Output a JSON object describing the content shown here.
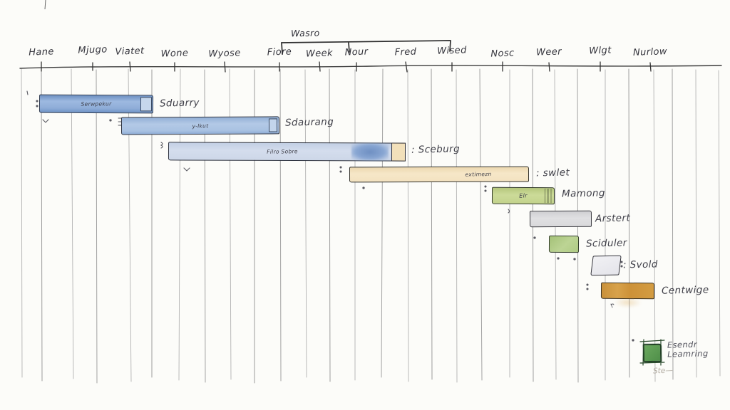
{
  "title": "Hand-drawn watercolor Gantt chart",
  "axis": {
    "labels": [
      "Hane",
      "Mjugo",
      "Viatet",
      "Wone",
      "Wyose",
      "Fiore",
      "Week",
      "Nour",
      "Fred",
      "Wised",
      "Nosc",
      "Weer",
      "Wlgt",
      "Nurlow"
    ],
    "bracket_label": "Wasro"
  },
  "bars": [
    {
      "bar_text": "Serwpekur",
      "label": "Sduarry",
      "fill": "#8fadd8"
    },
    {
      "bar_text": "y-lkut",
      "label": "Sdaurang",
      "fill": "#a9c2e2"
    },
    {
      "bar_text": "Filro Sobre",
      "label": ": Sceburg",
      "fill": "#cdd7e8"
    },
    {
      "bar_text": "extimezn",
      "label": ": swlet",
      "fill": "#f3e2c0"
    },
    {
      "bar_text": "Elr",
      "label": "Mamong",
      "fill": "#c3d38c"
    },
    {
      "bar_text": "",
      "label": "Arstert",
      "fill": "#d9d9db"
    },
    {
      "bar_text": "",
      "label": "Sciduler",
      "fill": "#afcb84"
    },
    {
      "bar_text": "",
      "label": ": Svold",
      "fill": "#eaeaef"
    },
    {
      "bar_text": "",
      "label": "Centwige",
      "fill": "#d29a40"
    },
    {
      "bar_text": "",
      "label_line1": "Esendr",
      "label_line2": "Leamring",
      "fill": "#61a055"
    }
  ],
  "footnote": "Ste—",
  "colors": {
    "paper": "#fcfcf9",
    "ink": "#2e3340",
    "gridline": "#ababab",
    "blue_dark": "#6d90c2",
    "blue_light": "#a9c2e2",
    "blue_pale": "#cdd7e8",
    "tan": "#f3e2c0",
    "green_light": "#c3d38c",
    "green_mid": "#afcb84",
    "green_dark": "#61a055",
    "gray": "#d9d9db",
    "amber": "#d29a40"
  },
  "chart_data": {
    "type": "bar",
    "subtype": "gantt",
    "title": "",
    "categories": [
      "Hane",
      "Mjugo",
      "Viatet",
      "Wone",
      "Wyose",
      "Fiore",
      "Week",
      "Nour",
      "Fred",
      "Wised",
      "Nosc",
      "Weer",
      "Wlgt",
      "Nurlow"
    ],
    "bracket": {
      "label": "Wasro",
      "from": "Fiore",
      "to": "Wised"
    },
    "tasks": [
      {
        "bar_text": "Serwpekur",
        "label": "Sduarry",
        "start": 0.0,
        "end": 2.5,
        "color": "#8fadd8"
      },
      {
        "bar_text": "y-lkut",
        "label": "Sdaurang",
        "start": 1.8,
        "end": 5.0,
        "color": "#a9c2e2"
      },
      {
        "bar_text": "Filro Sobre",
        "label": "Sceburg",
        "start": 2.9,
        "end": 8.0,
        "color": "#cdd7e8"
      },
      {
        "bar_text": "extimezn",
        "label": "swlet",
        "start": 7.8,
        "end": 10.6,
        "color": "#f3e2c0"
      },
      {
        "bar_text": "Elr",
        "label": "Mamong",
        "start": 10.0,
        "end": 11.2,
        "color": "#c3d38c"
      },
      {
        "bar_text": "",
        "label": "Arstert",
        "start": 10.7,
        "end": 11.9,
        "color": "#d9d9db"
      },
      {
        "bar_text": "",
        "label": "Sciduler",
        "start": 11.1,
        "end": 11.7,
        "color": "#afcb84"
      },
      {
        "bar_text": "",
        "label": "Svold",
        "start": 11.9,
        "end": 12.5,
        "color": "#eaeaef"
      },
      {
        "bar_text": "",
        "label": "Centwige",
        "start": 12.1,
        "end": 13.1,
        "color": "#d29a40"
      },
      {
        "bar_text": "",
        "label": "Esendr Leamring",
        "start": 12.9,
        "end": 13.3,
        "color": "#61a055"
      }
    ],
    "layout": {
      "orientation": "horizontal",
      "grid": true,
      "legend": false,
      "axis_position": "top"
    }
  }
}
